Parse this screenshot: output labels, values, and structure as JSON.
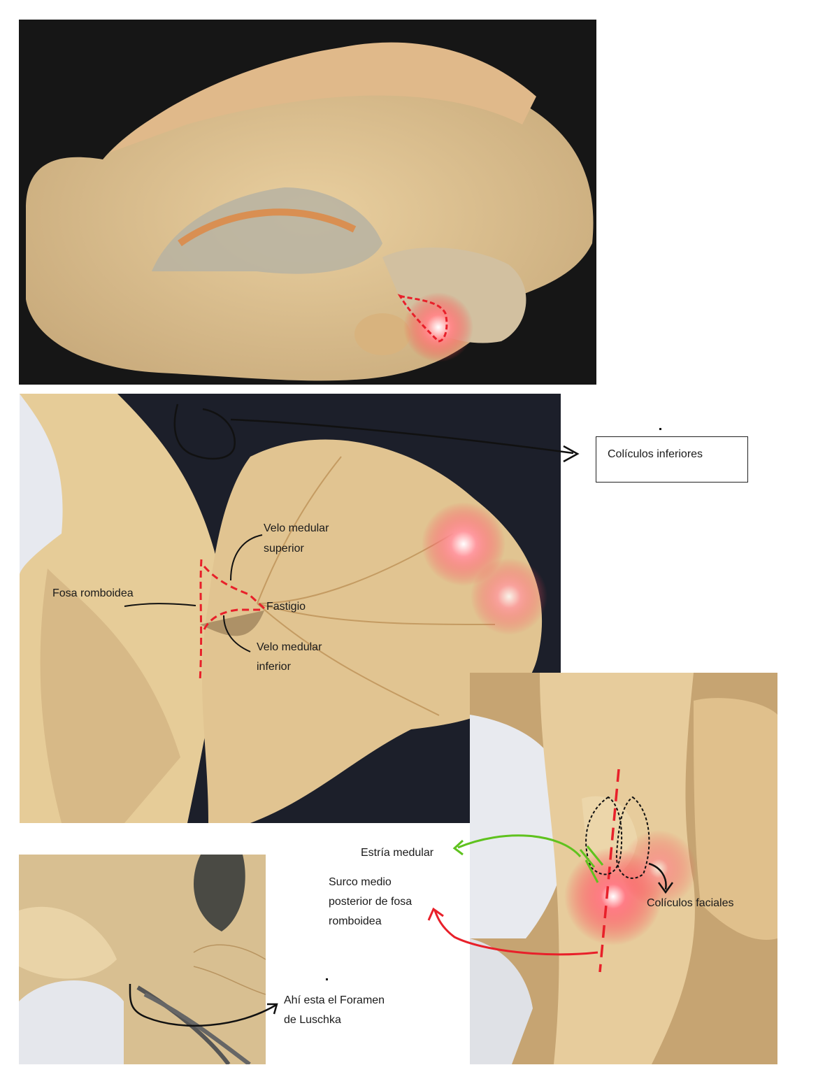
{
  "labels": {
    "coliculos_inferiores": "Colículos inferiores",
    "velo_medular_superior_line1": "Velo medular",
    "velo_medular_superior_line2": "superior",
    "fosa_romboidea": "Fosa romboidea",
    "fastigio": "Fastigio",
    "velo_medular_inferior_line1": "Velo medular",
    "velo_medular_inferior_line2": "inferior",
    "estria_medular": "Estría medular",
    "surco_line1": "Surco medio",
    "surco_line2": "posterior de fosa",
    "surco_line3": "romboidea",
    "coliculos_faciales": "Colículos faciales",
    "foramen_line1": "Ahí esta el Foramen",
    "foramen_line2": "de Luschka"
  },
  "colors": {
    "annotation_red": "#e8202a",
    "annotation_green": "#5fc21e",
    "annotation_black": "#111111",
    "tissue": "#e2c594",
    "background_dark": "#141414"
  },
  "icons": {
    "arrow": "arrow-head-icon"
  }
}
